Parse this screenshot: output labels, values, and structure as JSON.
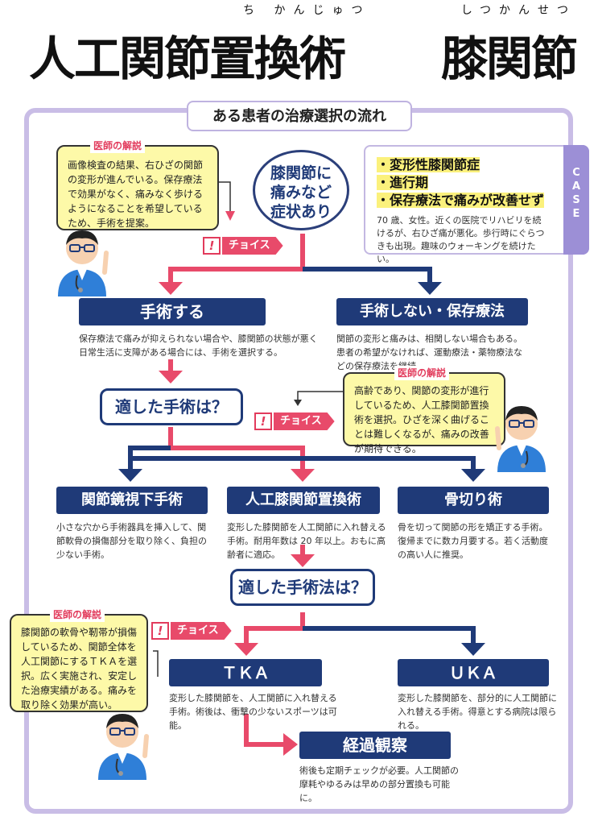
{
  "title": {
    "main": "人工関節置換術",
    "main_ruby": "ち かんじゅつ",
    "sub": "膝関節",
    "sub_ruby": "しつかんせつ"
  },
  "flow_title": "ある患者の治療選択の流れ",
  "start_node": {
    "line1": "膝関節に",
    "line2": "痛みなど",
    "line3": "症状あり"
  },
  "case": {
    "tab": "CASE",
    "items": [
      "・変形性膝関節症",
      "・進行期",
      "・保存療法で痛みが改善せず"
    ],
    "description": "70 歳、女性。近くの医院でリハビリを続けるが、右ひざ痛が悪化。歩行時にぐらつきも出現。趣味のウォーキングを続けたい。"
  },
  "doctor_notes": [
    {
      "label": "医師の解説",
      "text": "画像検査の結果、右ひざの関節の変形が進んでいる。保存療法で効果がなく、痛みなく歩けるようになることを希望しているため、手術を提案。"
    },
    {
      "label": "医師の解説",
      "text": "高齢であり、関節の変形が進行しているため、人工膝関節置換術を選択。ひざを深く曲げることは難しくなるが、痛みの改善が期待できる。"
    },
    {
      "label": "医師の解説",
      "text": "膝関節の軟骨や靭帯が損傷しているため、関節全体を人工関節にするＴＫＡを選択。広く実施され、安定した治療実績がある。痛みを取り除く効果が高い。"
    }
  ],
  "choice_label": "チョイス",
  "choice_mark": "!",
  "level1": {
    "left": {
      "label": "手術する",
      "desc": "保存療法で痛みが抑えられない場合や、膝関節の状態が悪く日常生活に支障がある場合には、手術を選択する。"
    },
    "right": {
      "label": "手術しない・保存療法",
      "desc": "関節の変形と痛みは、相関しない場合もある。患者の希望がなければ、運動療法・薬物療法などの保存療法を継続。"
    }
  },
  "question1": "適した手術は？",
  "level2": {
    "left": {
      "label": "関節鏡視下手術",
      "desc": "小さな穴から手術器具を挿入して、関節軟骨の損傷部分を取り除く、負担の少ない手術。"
    },
    "center": {
      "label": "人工膝関節置換術",
      "desc": "変形した膝関節を人工関節に入れ替える手術。耐用年数は 20 年以上。おもに高齢者に適応。"
    },
    "right": {
      "label": "骨切り術",
      "desc": "骨を切って関節の形を矯正する手術。復帰までに数カ月要する。若く活動度の高い人に推奨。"
    }
  },
  "question2": "適した手術法は？",
  "level3": {
    "left": {
      "label": "ＴＫＡ",
      "desc": "変形した膝関節を、人工関節に入れ替える手術。術後は、衝撃の少ないスポーツは可能。"
    },
    "right": {
      "label": "ＵＫＡ",
      "desc": "変形した膝関節を、部分的に人工関節に入れ替える手術。得意とする病院は限られる。"
    }
  },
  "final": {
    "label": "経過観察",
    "desc": "術後も定期チェックが必要。人工関節の摩耗やゆるみは早めの部分置換も可能に。"
  },
  "colors": {
    "navy": "#1f3a78",
    "pink": "#e84a6a",
    "lavender": "#c9bde6",
    "yellow": "#fdf9a8"
  }
}
